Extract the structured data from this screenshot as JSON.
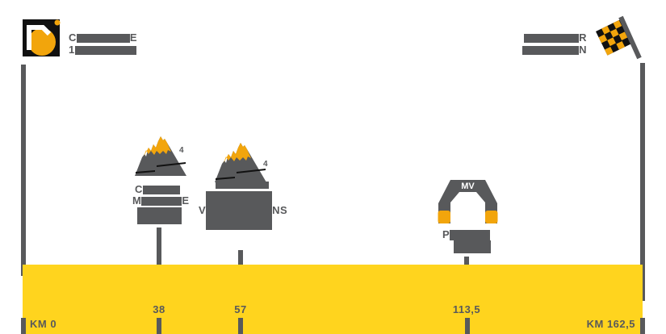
{
  "stage_profile": {
    "start": {
      "line1_visible_start": "C",
      "line1_visible_end": "E",
      "line2_visible_start": "1"
    },
    "finish": {
      "line1_visible_end": "R",
      "line2_visible_end": "N"
    },
    "climbs": [
      {
        "category": "4",
        "name_line1_start": "C",
        "name_line2_start": "M",
        "name_line2_end": "E",
        "km_label": "38"
      },
      {
        "category": "4",
        "name_visible_start": "V",
        "name_visible_end": "NS",
        "km_label": "57"
      }
    ],
    "sprint": {
      "arch_label": "MV",
      "name_visible_start": "P",
      "km_label": "113,5"
    },
    "route_bar": {
      "km_start_label": "KM 0",
      "km_end_label": "KM 162,5"
    },
    "colors": {
      "bar_yellow": "#ffd41e",
      "icon_orange": "#f2a50c",
      "gray": "#58595b",
      "black": "#111111"
    }
  }
}
